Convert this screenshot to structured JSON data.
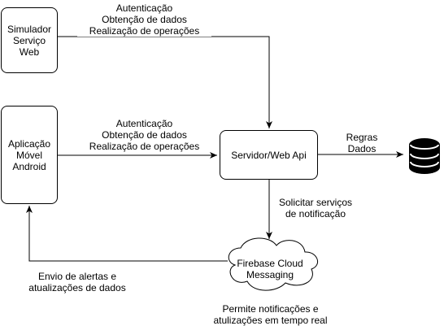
{
  "nodes": {
    "simulator": {
      "lines": [
        "Simulador",
        "Serviço",
        "Web"
      ]
    },
    "android_app": {
      "lines": [
        "Aplicação",
        "Móvel",
        "Android"
      ]
    },
    "server": {
      "label": "Servidor/Web Api"
    },
    "firebase": {
      "lines": [
        "Firebase Cloud",
        "Messaging"
      ]
    },
    "database": {
      "icon": "database-icon"
    }
  },
  "edges": {
    "simulator_to_server": {
      "lines": [
        "Autenticação",
        "Obtenção de dados",
        "Realização de operações"
      ]
    },
    "android_to_server": {
      "lines": [
        "Autenticação",
        "Obtenção de dados",
        "Realização de operações"
      ]
    },
    "server_to_database": {
      "lines": [
        "Regras",
        "Dados"
      ]
    },
    "server_to_firebase": {
      "lines": [
        "Solicitar serviços",
        "de notificação"
      ]
    },
    "firebase_to_android": {
      "lines": [
        "Envio de alertas e",
        "atualizações de dados"
      ]
    },
    "firebase_note": {
      "lines": [
        "Permite notificações e",
        "atulizações em tempo real"
      ]
    }
  }
}
